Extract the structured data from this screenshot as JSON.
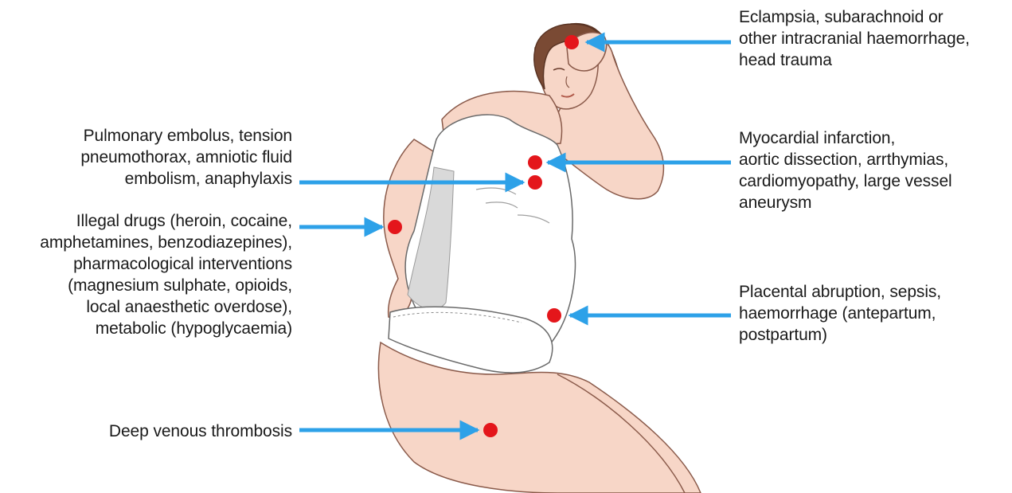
{
  "colors": {
    "marker": "#e4161b",
    "arrow": "#2da1e8",
    "skin": "#f7d6c7",
    "skin_outline": "#8a5a4a",
    "hair": "#7a4a34",
    "garment": "#ffffff",
    "garment_shade": "#d9d9d9"
  },
  "icons": [
    "pain-marker-icon",
    "arrow-icon"
  ],
  "annotations": [
    {
      "id": "eclampsia",
      "side": "right",
      "lines": [
        "Eclampsia, subarachnoid or",
        "other intracranial haemorrhage,",
        "head trauma"
      ]
    },
    {
      "id": "cardiac",
      "side": "right",
      "lines": [
        "Myocardial infarction,",
        "aortic dissection, arrthymias,",
        "cardiomyopathy, large vessel",
        "aneurysm"
      ]
    },
    {
      "id": "placental",
      "side": "right",
      "lines": [
        "Placental abruption, sepsis,",
        "haemorrhage (antepartum,",
        "postpartum)"
      ]
    },
    {
      "id": "pulmonary",
      "side": "left",
      "lines": [
        "Pulmonary embolus, tension",
        "pneumothorax, amniotic fluid",
        "embolism, anaphylaxis"
      ]
    },
    {
      "id": "drugs",
      "side": "left",
      "lines": [
        "Illegal drugs (heroin, cocaine,",
        "amphetamines, benzodiazepines),",
        "pharmacological interventions",
        "(magnesium sulphate, opioids,",
        "local anaesthetic overdose),",
        "metabolic (hypoglycaemia)"
      ]
    },
    {
      "id": "dvt",
      "side": "left",
      "lines": [
        "Deep venous thrombosis"
      ]
    }
  ]
}
